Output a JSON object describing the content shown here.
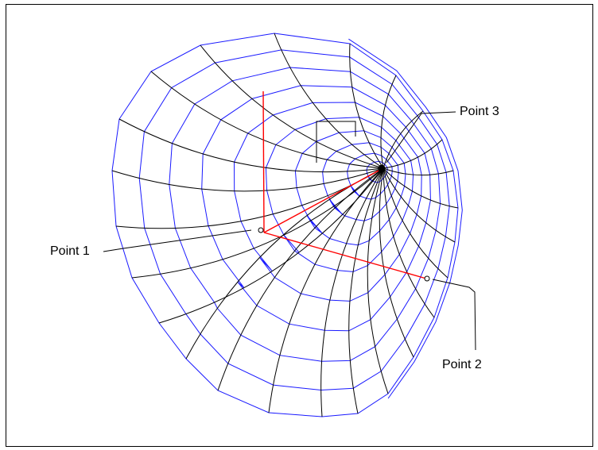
{
  "labels": {
    "point1": "Point 1",
    "point2": "Point 2",
    "point3": "Point 3"
  },
  "colors": {
    "latitude_lines": "#1a1aff",
    "meridian_lines": "#000000",
    "axes": "#ff0000",
    "leaders": "#000000",
    "border": "#000000",
    "background": "#ffffff"
  }
}
